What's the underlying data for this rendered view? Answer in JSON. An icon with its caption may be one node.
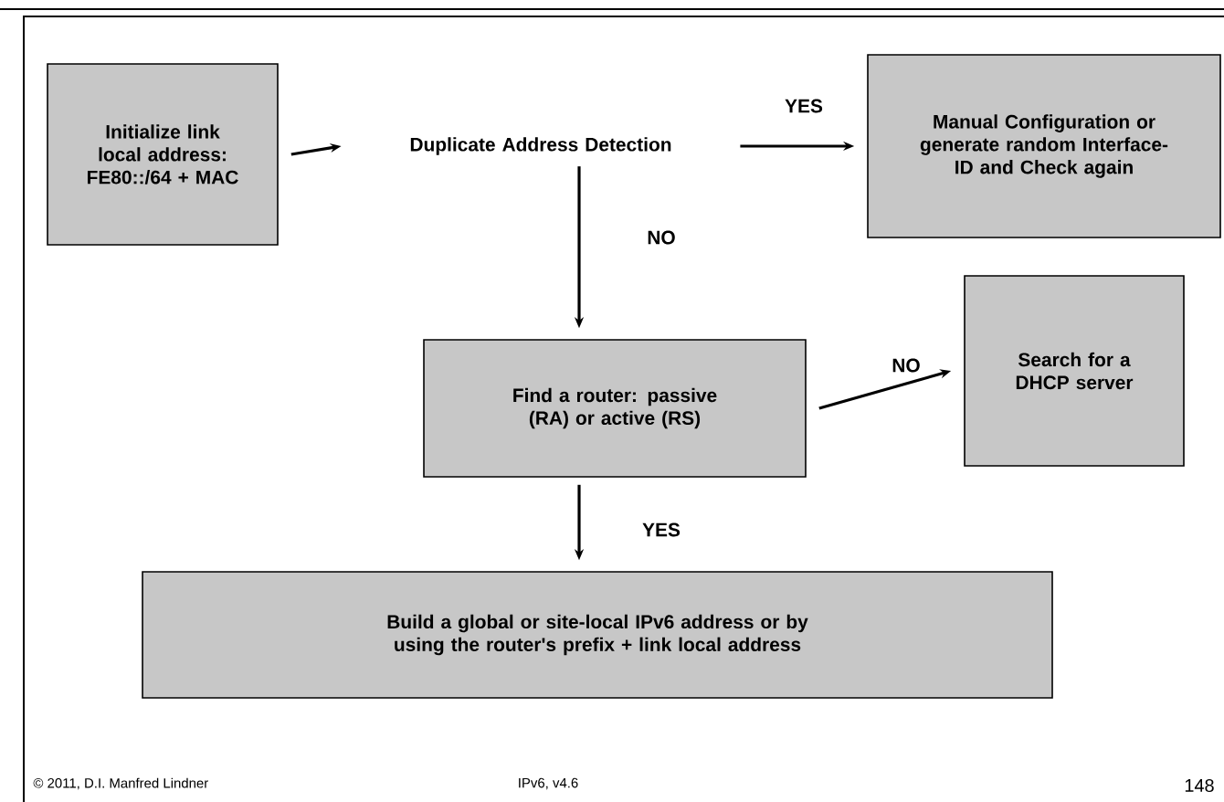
{
  "diagram": {
    "nodes": [
      {
        "text": [
          "Initialize link local address: FE80::/64 + MAC"
        ]
      },
      {
        "text": [
          "Duplicate Address Detection"
        ]
      },
      {
        "text": [
          "Manual Configuration or generate random Interface-ID and Check again"
        ]
      },
      {
        "text": [
          "Find a router: passive (RA) or active (RS)"
        ]
      },
      {
        "text": [
          "Search for a DHCP server"
        ]
      },
      {
        "text": [
          "Build a global or site-local IPv6 address or by using the router's prefix + link local address"
        ]
      }
    ],
    "edges": [
      {
        "from": 0,
        "to": 1,
        "arrow": "to"
      },
      {
        "from": 1,
        "to": 2,
        "arrow": "to",
        "label": "YES"
      },
      {
        "from": 1,
        "to": 3,
        "arrow": "to",
        "label": "NO"
      },
      {
        "from": 3,
        "to": 4,
        "arrow": "to",
        "label": "NO"
      },
      {
        "from": 3,
        "to": 5,
        "arrow": "to",
        "label": "YES"
      }
    ],
    "labels": [
      "© 2011, D.I. Manfred Lindner",
      "IPv6, v4.6",
      "148"
    ]
  }
}
